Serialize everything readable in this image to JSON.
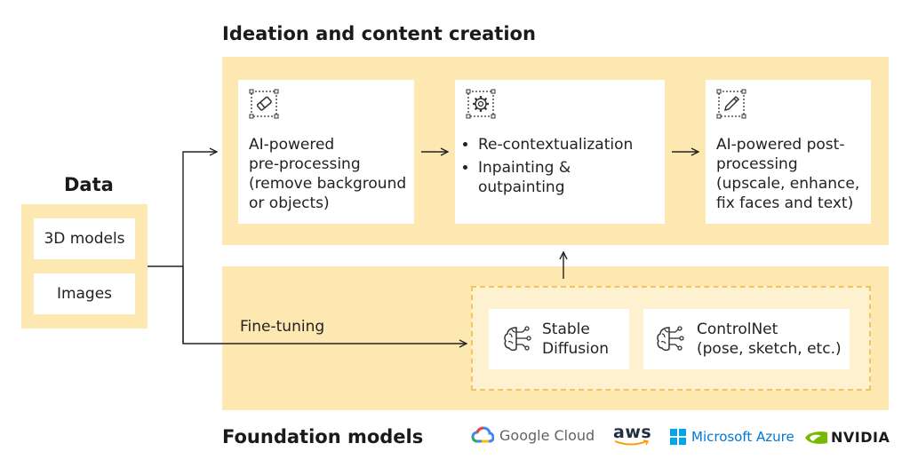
{
  "ideation": {
    "title": "Ideation and content creation",
    "steps": [
      {
        "lines": [
          "AI-powered",
          "pre-processing",
          "(remove background",
          "or objects)"
        ],
        "icon": "eraser-icon"
      },
      {
        "bullets": [
          "Re-contextualization",
          "Inpainting & outpainting"
        ],
        "icon": "gear-icon"
      },
      {
        "lines": [
          "AI-powered post-",
          "processing",
          "(upscale, enhance,",
          "fix faces and text)"
        ],
        "icon": "pencil-icon"
      }
    ]
  },
  "data_panel": {
    "title": "Data",
    "items": [
      "3D models",
      "Images"
    ]
  },
  "foundation": {
    "title": "Foundation models",
    "fine_tuning": "Fine-tuning",
    "models": [
      {
        "lines": [
          "Stable",
          "Diffusion"
        ],
        "icon": "brain-circuit-icon"
      },
      {
        "lines": [
          "ControlNet",
          "(pose, sketch, etc.)"
        ],
        "icon": "brain-circuit-icon"
      }
    ]
  },
  "logos": [
    {
      "name": "Google Cloud",
      "icon": "google-cloud-logo"
    },
    {
      "name": "aws",
      "icon": "aws-logo"
    },
    {
      "name": "Microsoft Azure",
      "icon": "microsoft-logo"
    },
    {
      "name": "NVIDIA",
      "icon": "nvidia-logo"
    }
  ],
  "colors": {
    "panel": "#fde8b1",
    "inner": "#fef1cf",
    "dash": "#f1c55c",
    "line": "#222222"
  }
}
